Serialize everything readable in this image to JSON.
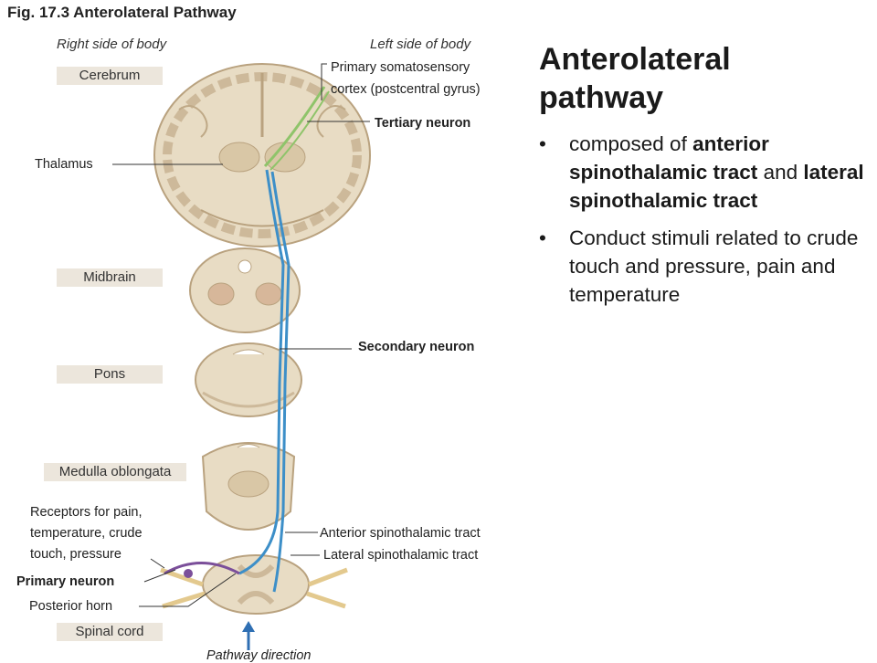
{
  "figure": {
    "title": "Fig. 17.3  Anterolateral Pathway",
    "right_side": "Right side of body",
    "left_side": "Left side of body"
  },
  "regions": {
    "cerebrum": "Cerebrum",
    "midbrain": "Midbrain",
    "pons": "Pons",
    "medulla": "Medulla oblongata",
    "spinal_cord": "Spinal cord"
  },
  "labels": {
    "primary_cortex_line1": "Primary somatosensory",
    "primary_cortex_line2": "cortex (postcentral gyrus)",
    "tertiary_neuron": "Tertiary neuron",
    "thalamus": "Thalamus",
    "secondary_neuron": "Secondary neuron",
    "receptors_line1": "Receptors for pain,",
    "receptors_line2": "temperature, crude",
    "receptors_line3": "touch, pressure",
    "primary_neuron": "Primary neuron",
    "posterior_horn": "Posterior horn",
    "anterior_tract": "Anterior spinothalamic tract",
    "lateral_tract": "Lateral spinothalamic tract",
    "pathway_direction": "Pathway direction"
  },
  "slide": {
    "heading_line1": "Anterolateral",
    "heading_line2": "pathway",
    "bullet_char": "•",
    "bullet1": {
      "t1": "composed of ",
      "b1": "anterior spinothalamic tract",
      "t2": " and ",
      "b2": "lateral spinothalamic tract"
    },
    "bullet2": "Conduct stimuli related to crude touch and pressure, pain and temperature"
  },
  "colors": {
    "tissue": "#e8dcc4",
    "tissue_outline": "#b9a27f",
    "gray_matter": "#cdb99a",
    "neuron_blue": "#3d8fc8",
    "neuron_green": "#8fc46a",
    "neuron_purple": "#7b4f9a",
    "arrow_blue": "#2f6fb3"
  }
}
